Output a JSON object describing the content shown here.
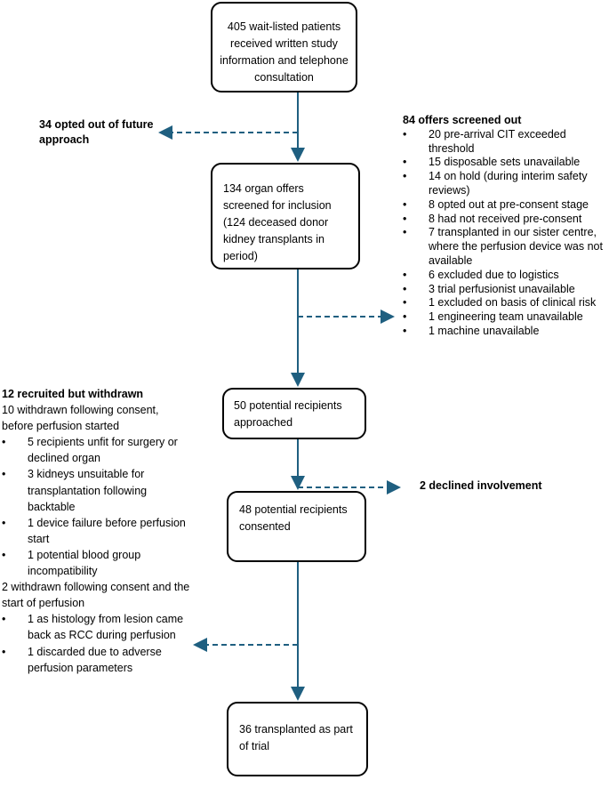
{
  "colors": {
    "arrow": "#1f5f80",
    "border": "#000000"
  },
  "boxes": {
    "b1": "405 wait-listed patients received written study information and telephone consultation",
    "b2": "134 organ offers screened for inclusion (124 deceased donor kidney transplants in period)",
    "b3": "50 potential recipients approached",
    "b4": "48 potential recipients consented",
    "b5": "36 transplanted as part of trial"
  },
  "opted_out": "34 opted out of future approach",
  "declined": "2 declined involvement",
  "screened_out": {
    "title": "84 offers screened out",
    "items": [
      "20 pre-arrival CIT exceeded threshold",
      "15 disposable sets unavailable",
      "14 on hold (during interim safety reviews)",
      "8 opted out at pre-consent stage",
      "8 had not received pre-consent",
      "7 transplanted in our sister centre, where the perfusion device was not available",
      "6 excluded due to logistics",
      "3 trial perfusionist unavailable",
      "1 excluded on basis of clinical risk",
      "1 engineering team unavailable",
      "1 machine unavailable"
    ]
  },
  "withdrawn": {
    "title": "12 recruited but withdrawn",
    "group1": "10 withdrawn following consent, before perfusion started",
    "items1": [
      "5 recipients unfit for surgery or declined organ",
      "3 kidneys unsuitable for transplantation following backtable",
      "1 device failure before perfusion start",
      "1 potential blood group incompatibility"
    ],
    "group2": "2 withdrawn following consent and the start of perfusion",
    "items2": [
      "1 as histology from lesion came back as RCC during perfusion",
      "1 discarded due to adverse perfusion parameters"
    ]
  }
}
